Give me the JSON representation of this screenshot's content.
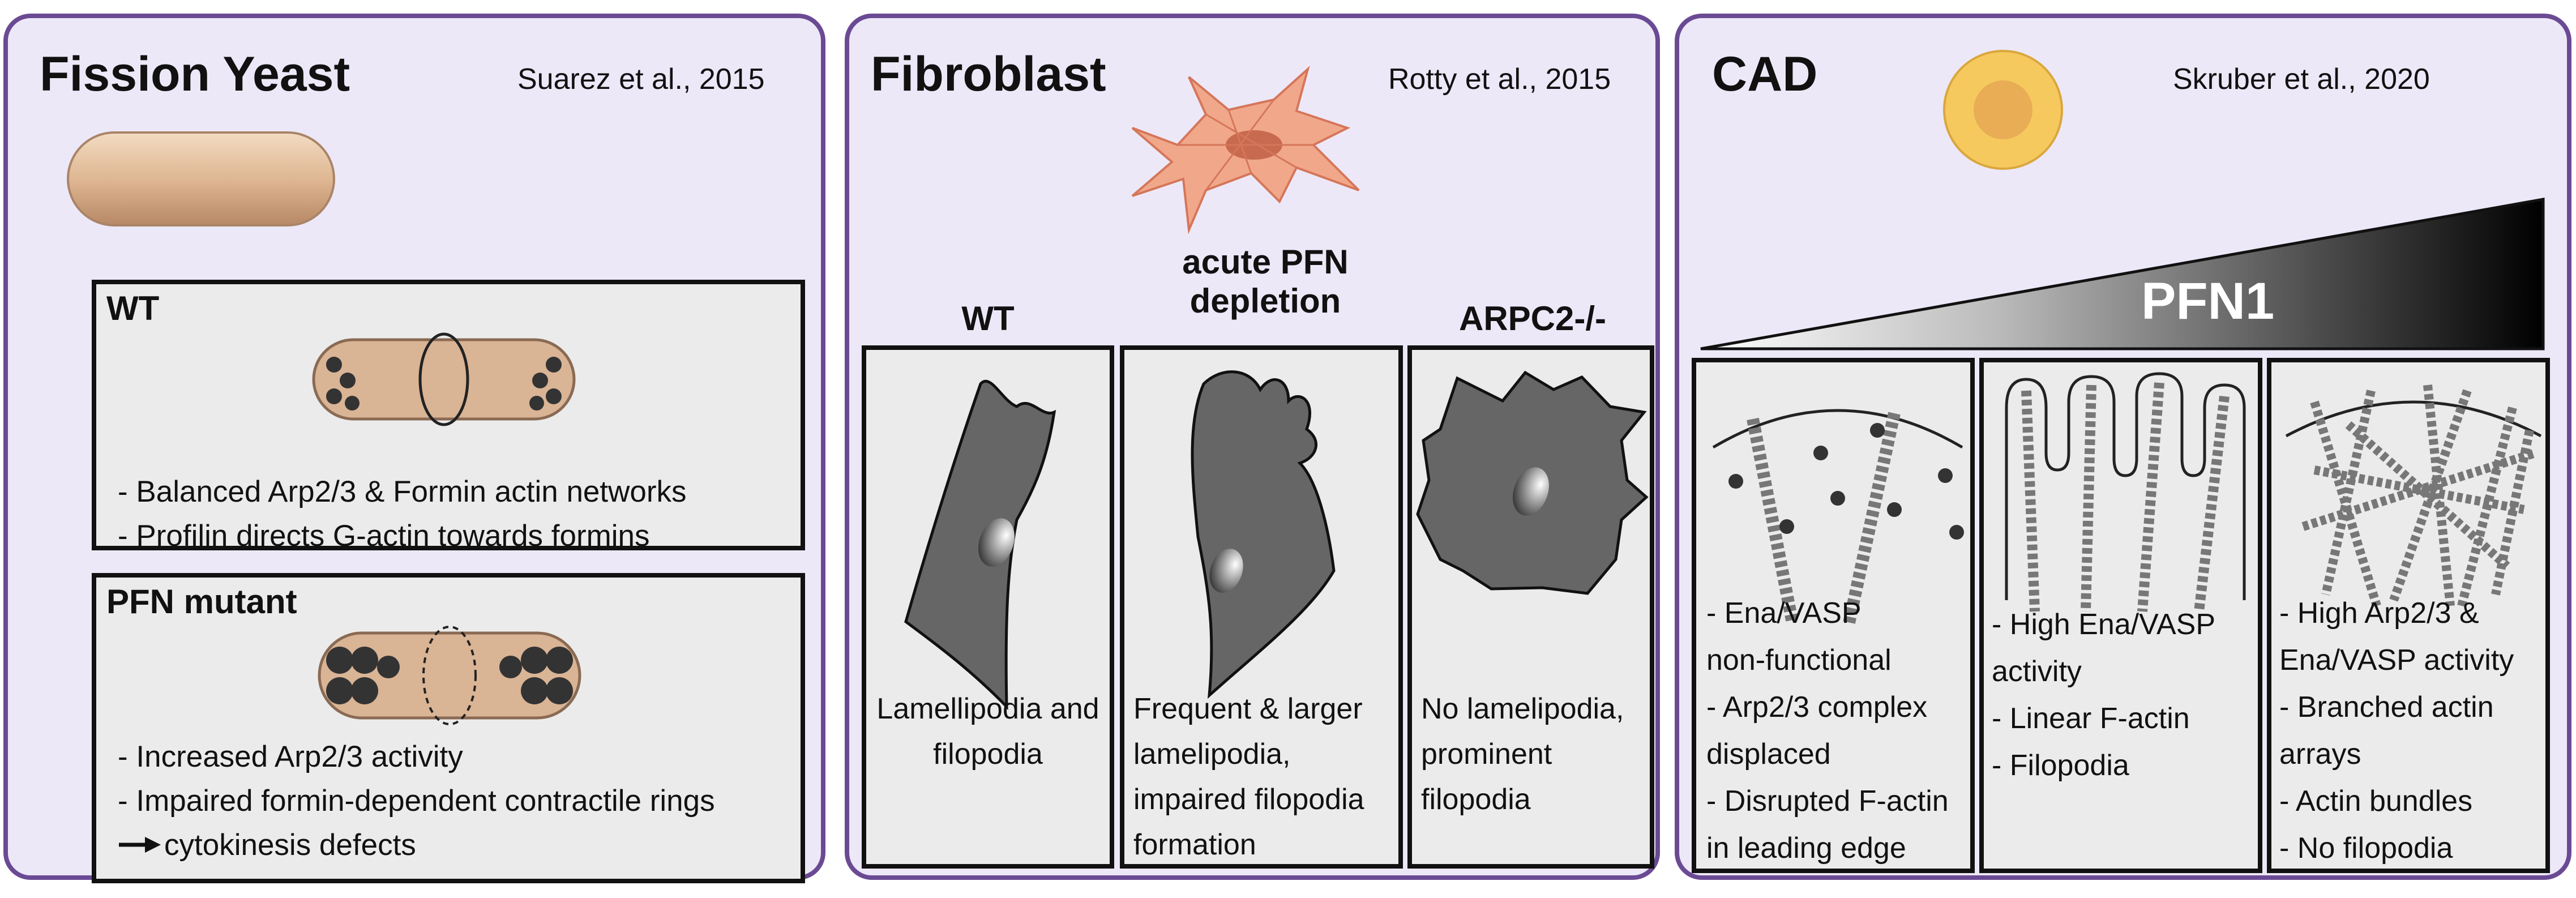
{
  "panels": {
    "yeast": {
      "title": "Fission Yeast",
      "citation": "Suarez et al., 2015",
      "wt": {
        "heading": "WT",
        "lines": [
          "- Balanced Arp2/3 & Formin actin networks",
          "- Profilin directs G-actin towards formins"
        ]
      },
      "mutant": {
        "heading": "PFN mutant",
        "lines": [
          "- Increased Arp2/3 activity",
          "- Impaired formin-dependent contractile rings",
          "cytokinesis defects"
        ]
      }
    },
    "fibroblast": {
      "title": "Fibroblast",
      "citation": "Rotty et al., 2015",
      "columns": [
        {
          "heading": "WT",
          "caption": "Lamellipodia and filopodia"
        },
        {
          "heading": "acute PFN depletion",
          "caption": "Frequent & larger lamelipodia, impaired filopodia formation"
        },
        {
          "heading": "ARPC2-/-",
          "caption": "No lamelipodia, prominent filopodia"
        }
      ]
    },
    "cad": {
      "title": "CAD",
      "citation": "Skruber et al., 2020",
      "gradient_label": "PFN1",
      "columns": [
        {
          "lines": [
            "- Ena/VASP",
            "non-functional",
            "- Arp2/3 complex",
            "displaced",
            "- Disrupted F-actin",
            "in leading edge"
          ]
        },
        {
          "lines": [
            "- High Ena/VASP",
            "activity",
            "- Linear F-actin",
            "- Filopodia"
          ]
        },
        {
          "lines": [
            "- High Arp2/3 &",
            "Ena/VASP activity",
            " - Branched actin",
            "arrays",
            "- Actin bundles",
            "- No filopodia"
          ]
        }
      ]
    }
  }
}
